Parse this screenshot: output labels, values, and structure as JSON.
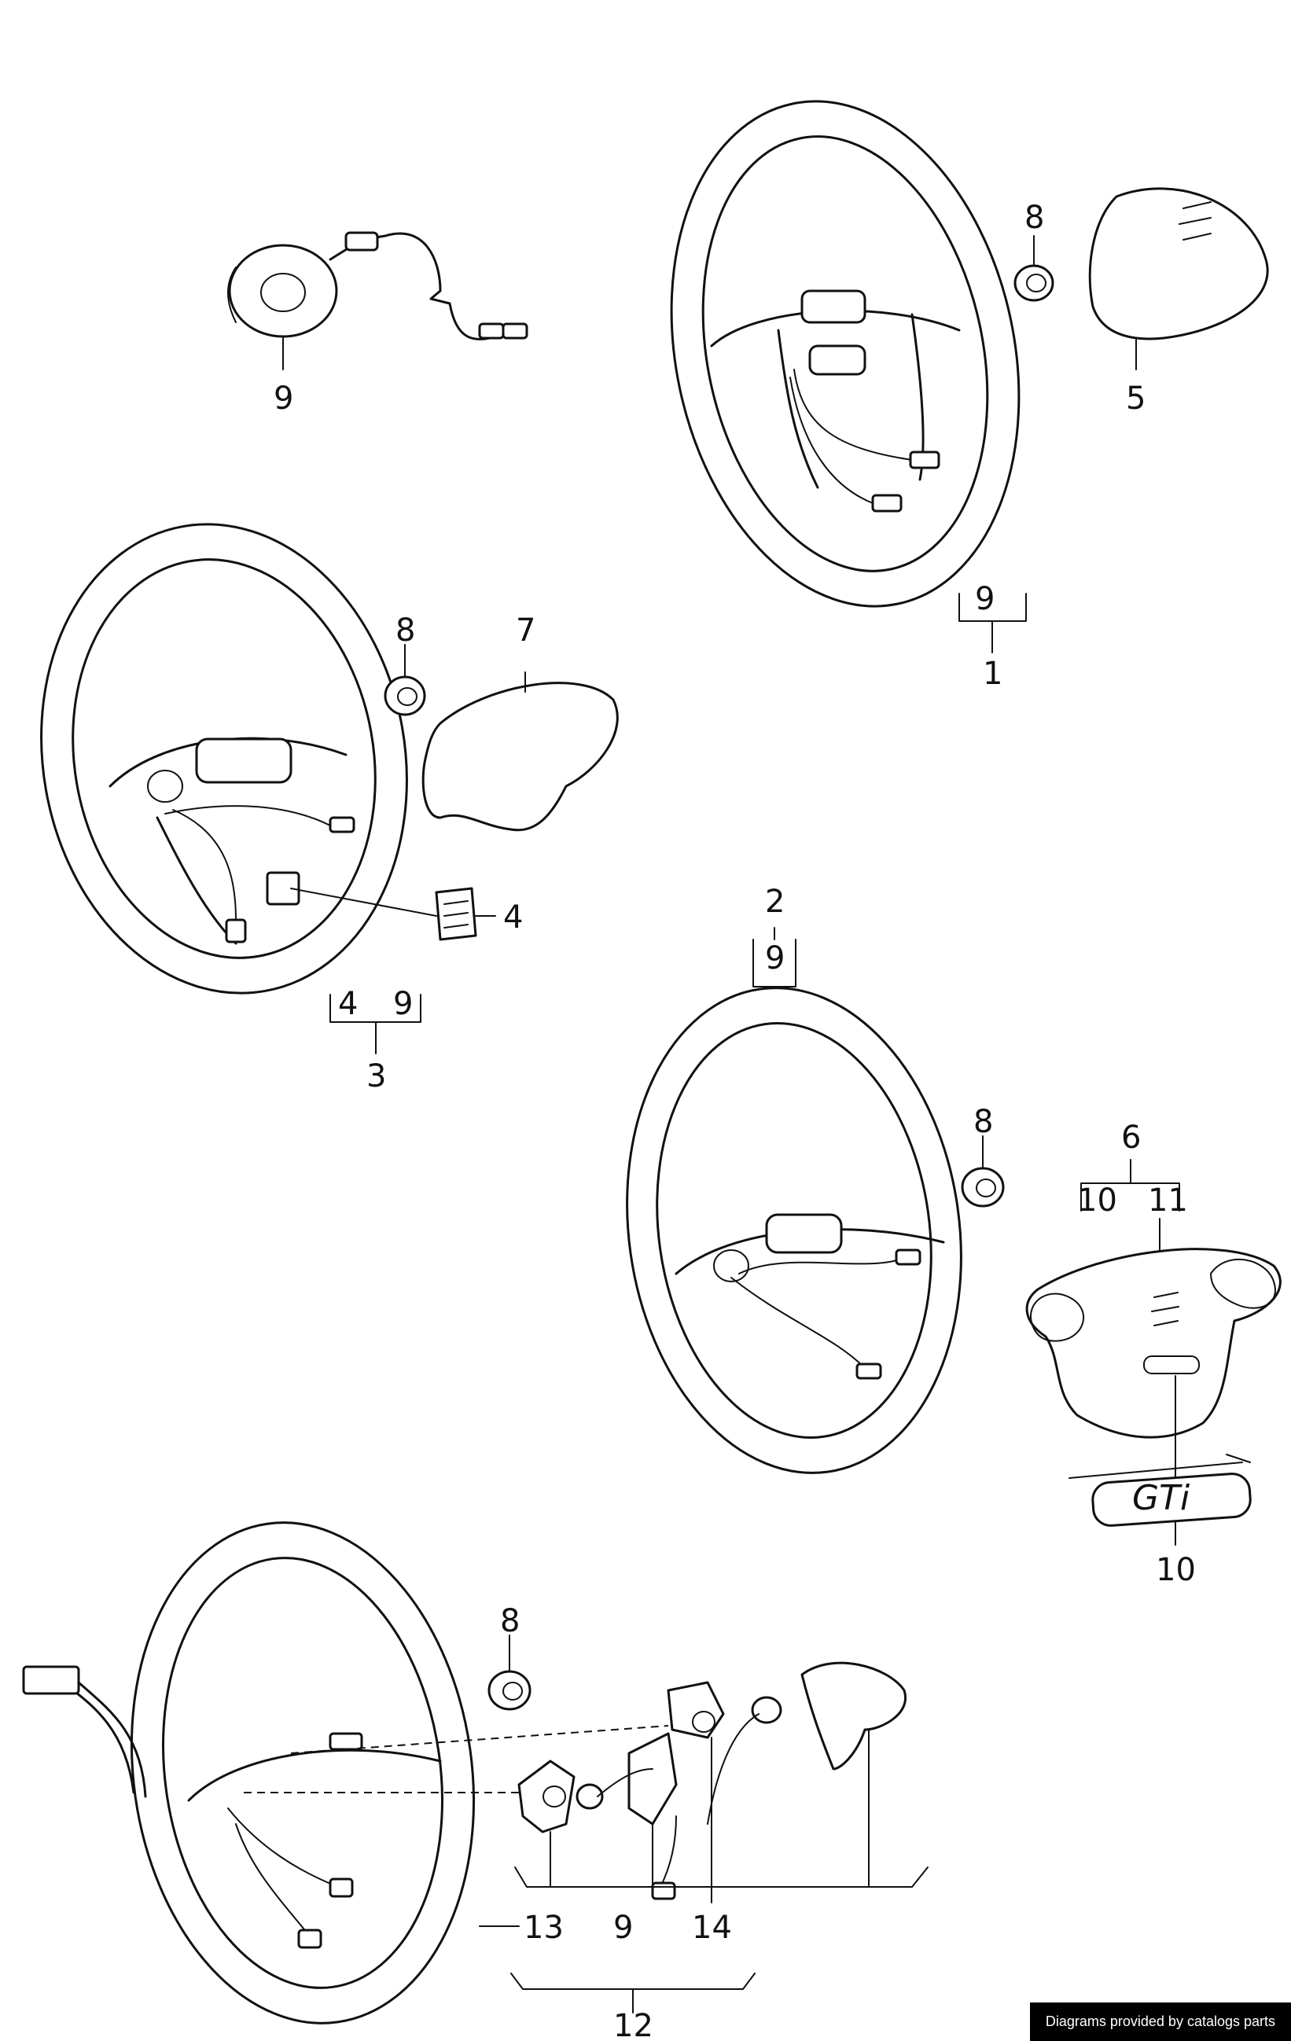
{
  "callouts": {
    "c1": "1",
    "c2": "2",
    "c3": "3",
    "c4_a": "4",
    "c4_b": "4",
    "c5": "5",
    "c6": "6",
    "c7": "7",
    "c8_a": "8",
    "c8_b": "8",
    "c8_c": "8",
    "c8_d": "8",
    "c9_a": "9",
    "c9_b": "9",
    "c9_c": "9",
    "c9_d": "9",
    "c9_e": "9",
    "c10_a": "10",
    "c10_b": "10",
    "c11": "11",
    "c12": "12",
    "c13": "13",
    "c14": "14"
  },
  "badge_text": "GTi",
  "credit": "Diagrams provided by catalogs parts",
  "colors": {
    "line": "#111111",
    "background": "#ffffff",
    "credit_bg": "#000000",
    "credit_text": "#ffffff"
  }
}
